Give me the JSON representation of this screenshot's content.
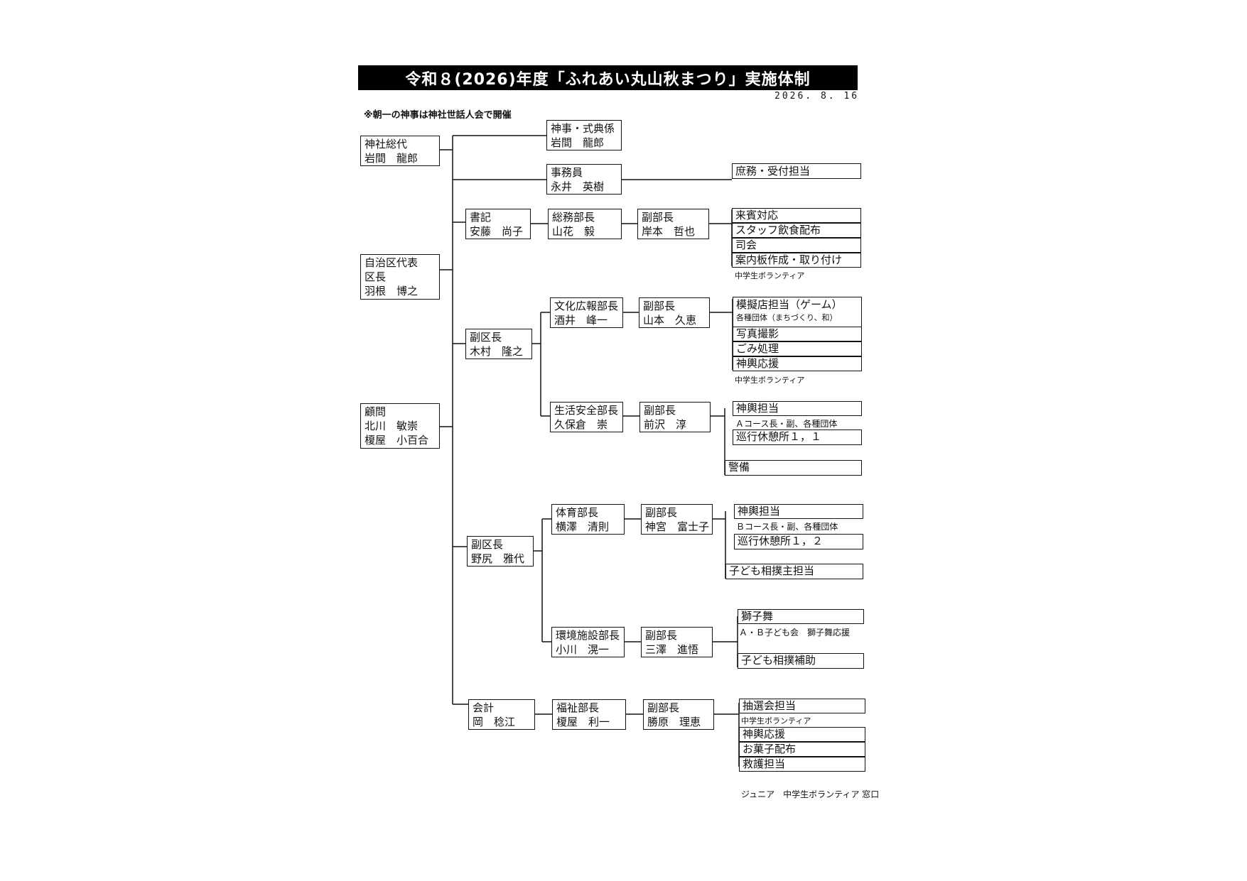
{
  "header": {
    "title": "令和８(2026)年度「ふれあい丸山秋まつり」実施体制",
    "date": "2026. 8. 16",
    "note": "※朝一の神事は神社世話人会で開催"
  },
  "left": {
    "shrine_rep": {
      "role": "神社総代",
      "name": "岩間　龍郎"
    },
    "district_rep": {
      "role1": "自治区代表",
      "role2": "区長",
      "name": "羽根　博之"
    },
    "advisors": {
      "role": "顧問",
      "name1": "北川　敏崇",
      "name2": "榎屋　小百合"
    }
  },
  "shinji": {
    "role": "神事・式典係",
    "name": "岩間　龍郎"
  },
  "clerk": {
    "role": "事務員",
    "name": "永井　英樹",
    "task": "庶務・受付担当"
  },
  "secretary": {
    "role": "書記",
    "name": "安藤　尚子",
    "dept": {
      "role": "総務部長",
      "name": "山花　毅"
    },
    "deputy": {
      "role": "副部長",
      "name": "岸本　哲也"
    },
    "tasks": [
      "来賓対応",
      "スタッフ飲食配布",
      "司会",
      "案内板作成・取り付け"
    ],
    "volunteer": "中学生ボランティア"
  },
  "vice1": {
    "role": "副区長",
    "name": "木村　隆之",
    "culture": {
      "dept": {
        "role": "文化広報部長",
        "name": "酒井　峰一"
      },
      "deputy": {
        "role": "副部長",
        "name": "山本　久恵"
      },
      "tasks": [
        "模擬店担当（ゲーム）",
        "写真撮影",
        "ごみ処理",
        "神輿応援"
      ],
      "task_note": "各種団体（まちづくり、和）",
      "volunteer": "中学生ボランティア"
    },
    "safety": {
      "dept": {
        "role": "生活安全部長",
        "name": "久保倉　崇"
      },
      "deputy": {
        "role": "副部長",
        "name": "前沢　淳"
      },
      "tasks": [
        "神輿担当",
        "巡行休憩所１，１",
        "警備"
      ],
      "task_note": "Ａコース長・副、各種団体"
    }
  },
  "vice2": {
    "role": "副区長",
    "name": "野尻　雅代",
    "sports": {
      "dept": {
        "role": "体育部長",
        "name": "横澤　清則"
      },
      "deputy": {
        "role": "副部長",
        "name": "神宮　富士子"
      },
      "tasks": [
        "神輿担当",
        "巡行休憩所１，２",
        "子ども相撲主担当"
      ],
      "task_note": "Ｂコース長・副、各種団体"
    },
    "environment": {
      "dept": {
        "role": "環境施設部長",
        "name": "小川　滉一"
      },
      "deputy": {
        "role": "副部長",
        "name": "三澤　進悟"
      },
      "tasks": [
        "獅子舞",
        "子ども相撲補助"
      ],
      "task_note": "Ａ・Ｂ子ども会　獅子舞応援"
    }
  },
  "treasurer": {
    "role": "会計",
    "name": "岡　稔江",
    "dept": {
      "role": "福祉部長",
      "name": "榎屋　利一"
    },
    "deputy": {
      "role": "副部長",
      "name": "勝原　理恵"
    },
    "tasks": [
      "抽選会担当",
      "神輿応援",
      "お菓子配布",
      "救護担当"
    ],
    "volunteer": "中学生ボランティア"
  },
  "footer": "ジュニア　中学生ボランティア 窓口"
}
